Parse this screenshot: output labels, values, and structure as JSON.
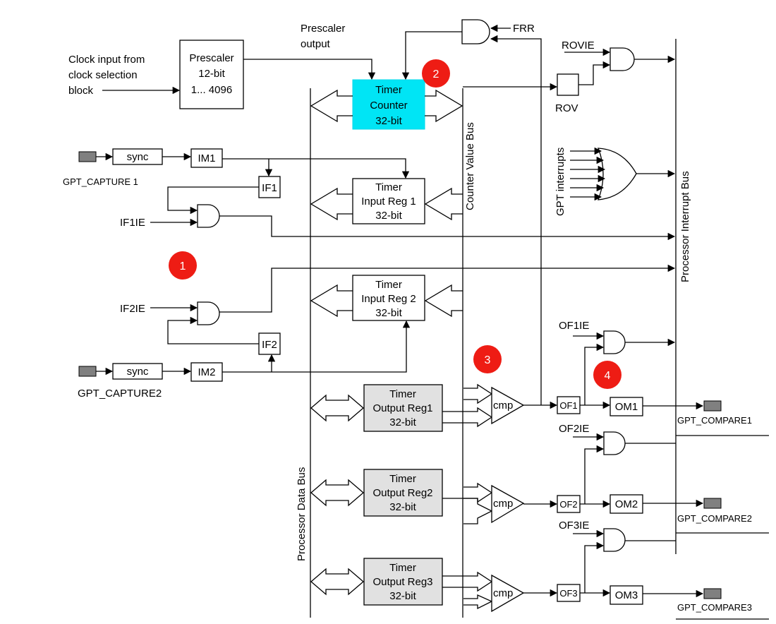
{
  "labels": {
    "clock_input": [
      "Clock input from",
      "clock selection",
      "block"
    ],
    "prescaler_output": [
      "Prescaler",
      "output"
    ],
    "frr": "FRR",
    "rovie": "ROVIE",
    "rov": "ROV",
    "gpt_capture1": "GPT_CAPTURE 1",
    "gpt_capture2": "GPT_CAPTURE2",
    "if1ie": "IF1IE",
    "if2ie": "IF2IE",
    "of1ie": "OF1IE",
    "of2ie": "OF2IE",
    "of3ie": "OF3IE",
    "gpt_compare1": "GPT_COMPARE1",
    "gpt_compare2": "GPT_COMPARE2",
    "gpt_compare3": "GPT_COMPARE3",
    "gpt_interrupts": "GPT interrupts",
    "counter_value_bus": "Counter Value Bus",
    "processor_data_bus": "Processor Data Bus",
    "processor_interrupt_bus": "Processor Interrupt Bus"
  },
  "blocks": {
    "prescaler": [
      "Prescaler",
      "12-bit",
      "1... 4096"
    ],
    "timer_counter": [
      "Timer",
      "Counter",
      "32-bit"
    ],
    "input_reg1": [
      "Timer",
      "Input Reg 1",
      "32-bit"
    ],
    "input_reg2": [
      "Timer",
      "Input Reg 2",
      "32-bit"
    ],
    "output_reg1": [
      "Timer",
      "Output Reg1",
      "32-bit"
    ],
    "output_reg2": [
      "Timer",
      "Output Reg2",
      "32-bit"
    ],
    "output_reg3": [
      "Timer",
      "Output Reg3",
      "32-bit"
    ],
    "sync": "sync",
    "im1": "IM1",
    "im2": "IM2",
    "if1": "IF1",
    "if2": "IF2",
    "of1": "OF1",
    "of2": "OF2",
    "of3": "OF3",
    "om1": "OM1",
    "om2": "OM2",
    "om3": "OM3",
    "cmp": "cmp"
  },
  "badges": [
    "1",
    "2",
    "3",
    "4"
  ],
  "colors": {
    "timer_counter_fill": "#00e5f5",
    "output_reg_fill": "#e1e1e1",
    "pin_fill": "#808080",
    "badge_fill": "#ee1c14"
  }
}
